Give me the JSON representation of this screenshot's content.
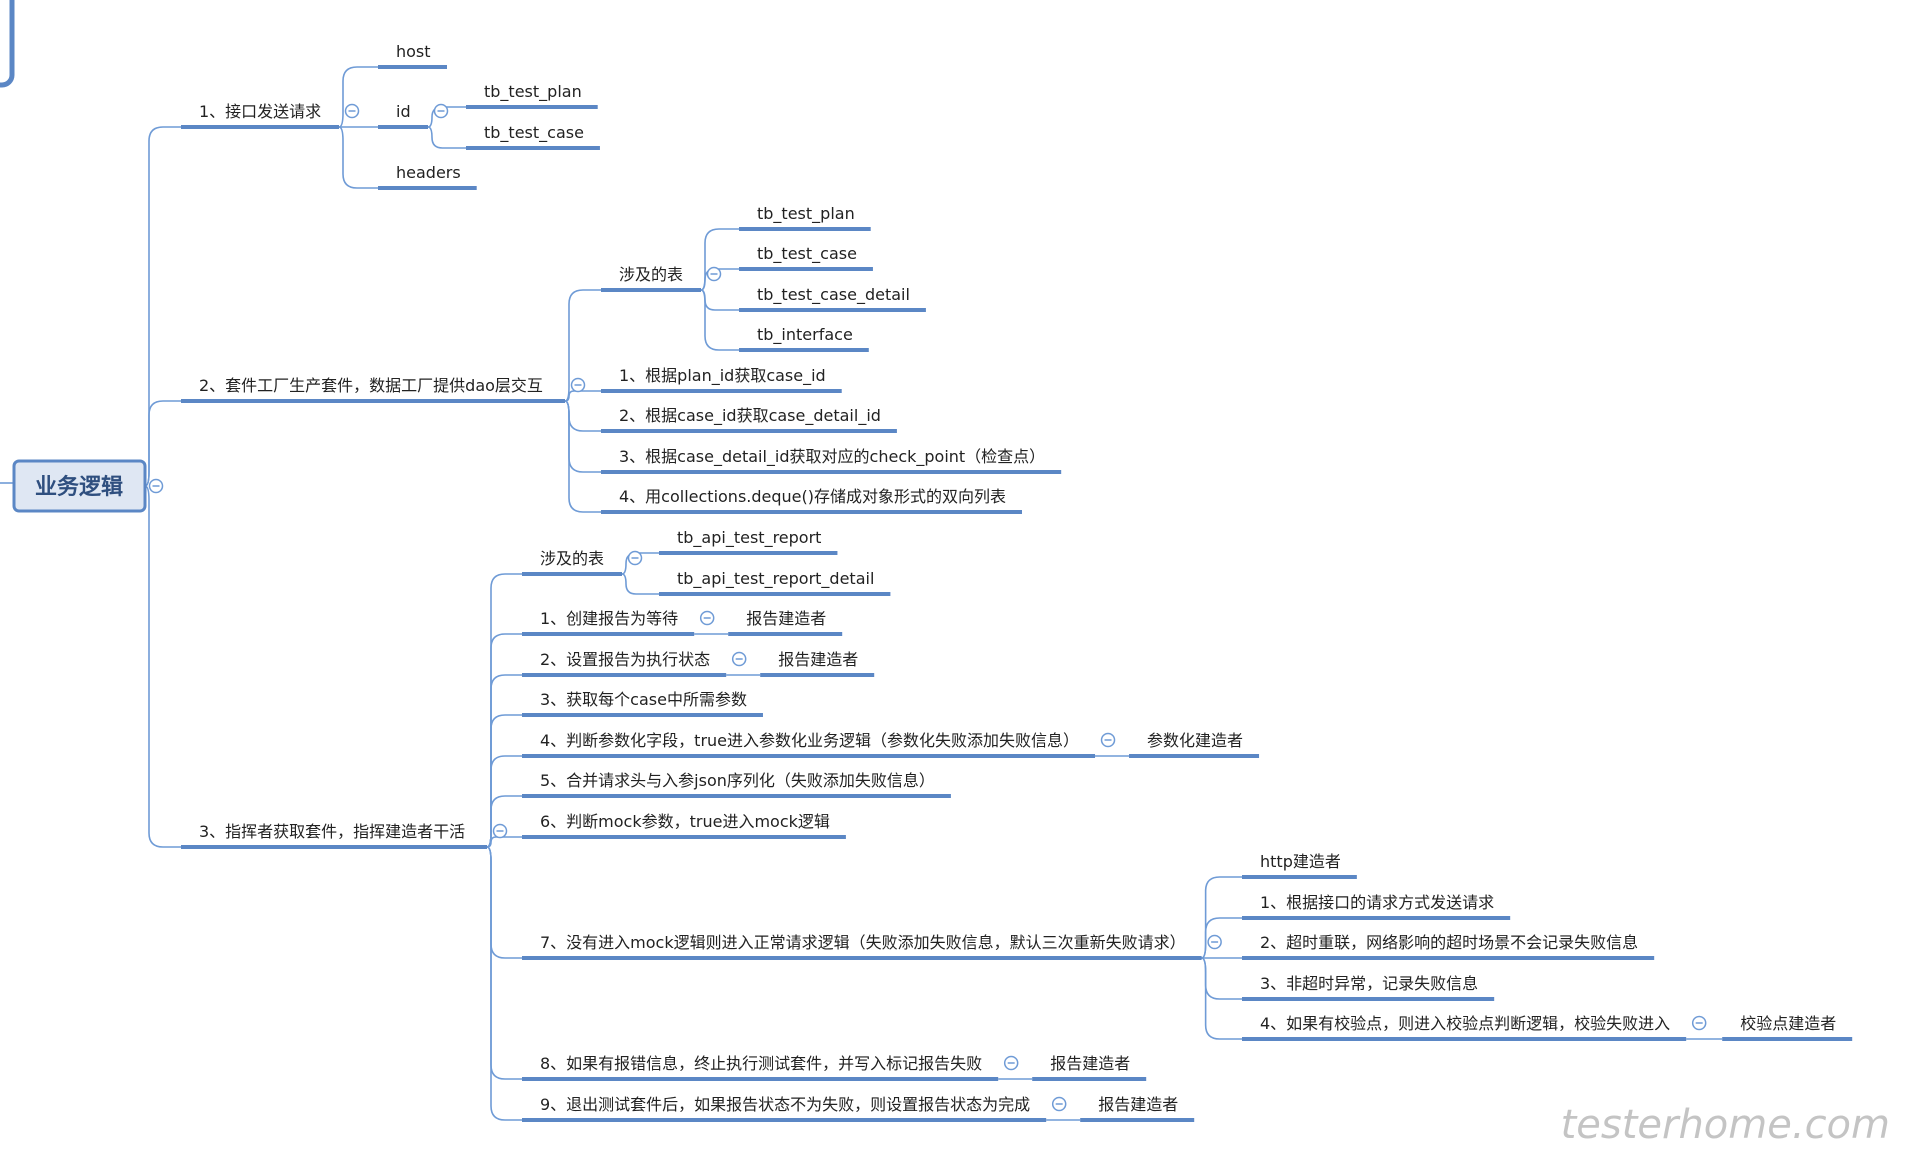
{
  "colors": {
    "line": "#6f9bd6",
    "underline": "#5b87c5",
    "root_fill": "#dfe7f3",
    "root_border": "#5b87c5",
    "root_text": "#2f4f7f",
    "text": "#222222"
  },
  "mindmap": {
    "root": "业务逻辑",
    "b1": {
      "label": "1、接口发送请求",
      "host": "host",
      "id": "id",
      "id_children": [
        "tb_test_plan",
        "tb_test_case"
      ],
      "headers": "headers"
    },
    "b2": {
      "label": "2、套件工厂生产套件，数据工厂提供dao层交互",
      "tables_label": "涉及的表",
      "tables": [
        "tb_test_plan",
        "tb_test_case",
        "tb_test_case_detail",
        "tb_interface"
      ],
      "steps": [
        "1、根据plan_id获取case_id",
        "2、根据case_id获取case_detail_id",
        "3、根据case_detail_id获取对应的check_point（检查点）",
        "4、用collections.deque()存储成对象形式的双向列表"
      ]
    },
    "b3": {
      "label": "3、指挥者获取套件，指挥建造者干活",
      "tables_label": "涉及的表",
      "tables": [
        "tb_api_test_report",
        "tb_api_test_report_detail"
      ],
      "steps": [
        {
          "text": "1、创建报告为等待",
          "child": "报告建造者"
        },
        {
          "text": "2、设置报告为执行状态",
          "child": "报告建造者"
        },
        {
          "text": "3、获取每个case中所需参数"
        },
        {
          "text": "4、判断参数化字段，true进入参数化业务逻辑（参数化失败添加失败信息）",
          "child": "参数化建造者"
        },
        {
          "text": "5、合并请求头与入参json序列化（失败添加失败信息）"
        },
        {
          "text": "6、判断mock参数，true进入mock逻辑"
        },
        {
          "text": "7、没有进入mock逻辑则进入正常请求逻辑（失败添加失败信息，默认三次重新失败请求）"
        },
        {
          "text": "8、如果有报错信息，终止执行测试套件，并写入标记报告失败",
          "child": "报告建造者"
        },
        {
          "text": "9、退出测试套件后，如果报告状态不为失败，则设置报告状态为完成",
          "child": "报告建造者"
        }
      ],
      "step7_children": [
        "http建造者",
        "1、根据接口的请求方式发送请求",
        "2、超时重联，网络影响的超时场景不会记录失败信息",
        "3、非超时异常，记录失败信息",
        "4、如果有校验点，则进入校验点判断逻辑，校验失败进入"
      ],
      "step7_4_child": "校验点建造者"
    }
  },
  "watermark": "testerhome.com"
}
